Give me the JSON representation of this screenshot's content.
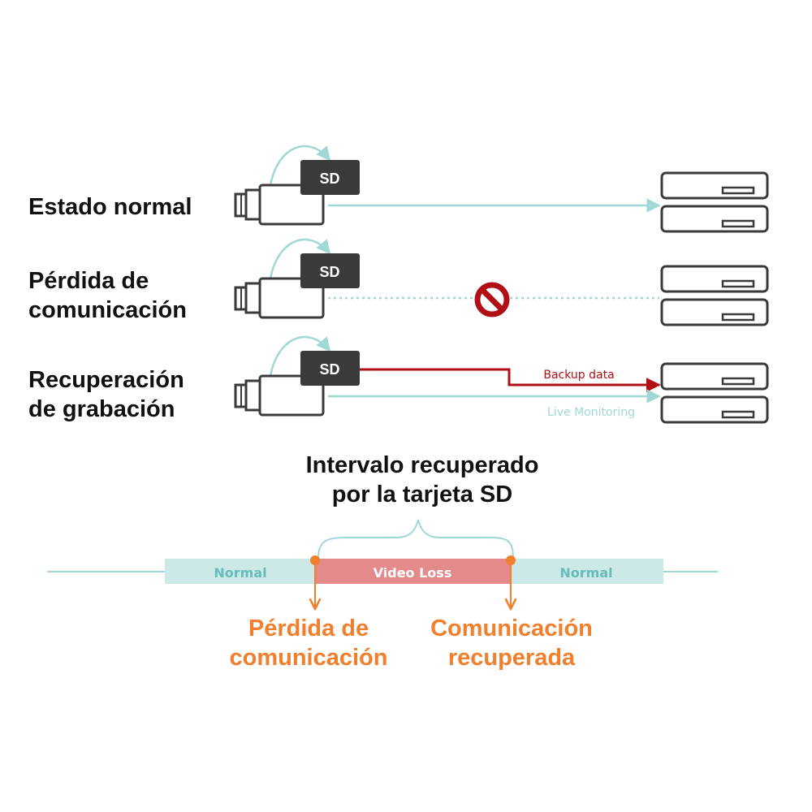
{
  "rows": [
    {
      "label_lines": [
        "Estado normal"
      ]
    },
    {
      "label_lines": [
        "Pérdida de",
        "comunicación"
      ]
    },
    {
      "label_lines": [
        "Recuperación",
        "de grabación"
      ]
    }
  ],
  "sd_card_label": "SD",
  "backup_label": "Backup data",
  "live_label": "Live Monitoring",
  "interval_title": [
    "Intervalo recuperado",
    "por la tarjeta SD"
  ],
  "timeline": {
    "normal_left": "Normal",
    "loss": "Video Loss",
    "normal_right": "Normal"
  },
  "events": {
    "loss_lines": [
      "Pérdida de",
      "comunicación"
    ],
    "restored_lines": [
      "Comunicación",
      "recuperada"
    ]
  },
  "colors": {
    "teal": "#9fd8d5",
    "teal_text": "#66bcb8",
    "dark": "#3a3a3a",
    "red": "#b01015",
    "orange": "#f07f2e",
    "loss_fill": "#e58a8a",
    "normal_fill": "#cde9e7"
  }
}
